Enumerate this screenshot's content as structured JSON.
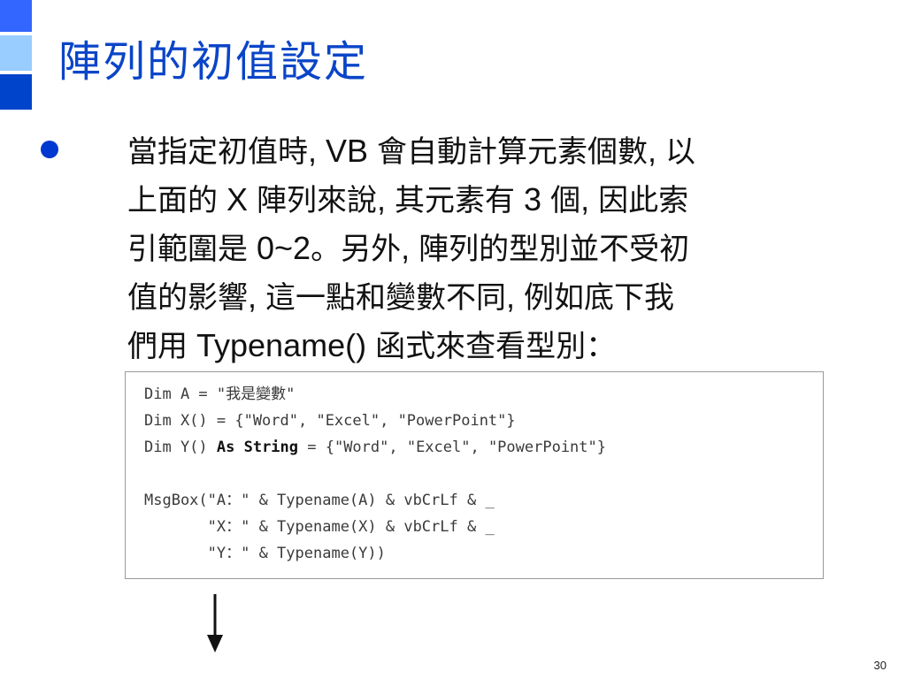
{
  "slide": {
    "title": "陣列的初值設定",
    "body_lines": [
      [
        {
          "t": "當指定初值時"
        },
        {
          "t": ", VB ",
          "lat": true
        },
        {
          "t": "會自動計算元素個數"
        },
        {
          "t": ", ",
          "lat": true
        },
        {
          "t": "以"
        }
      ],
      [
        {
          "t": "上面的"
        },
        {
          "t": " X ",
          "lat": true
        },
        {
          "t": "陣列來說"
        },
        {
          "t": ", ",
          "lat": true
        },
        {
          "t": "其元素有"
        },
        {
          "t": " 3 ",
          "lat": true
        },
        {
          "t": "個"
        },
        {
          "t": ", ",
          "lat": true
        },
        {
          "t": "因此索"
        }
      ],
      [
        {
          "t": "引範圍是"
        },
        {
          "t": " 0~2",
          "lat": true
        },
        {
          "t": "。另外"
        },
        {
          "t": ", ",
          "lat": true
        },
        {
          "t": "陣列的型別並不受初"
        }
      ],
      [
        {
          "t": "值的影響"
        },
        {
          "t": ", ",
          "lat": true
        },
        {
          "t": "這一點和變數不同"
        },
        {
          "t": ", ",
          "lat": true
        },
        {
          "t": "例如底下我"
        }
      ],
      [
        {
          "t": "們用"
        },
        {
          "t": " Typename() ",
          "lat": true
        },
        {
          "t": "函式來查看型別："
        }
      ]
    ],
    "code_lines": [
      [
        {
          "t": "Dim A = \"我是變數\""
        }
      ],
      [
        {
          "t": "Dim X() = {\"Word\", \"Excel\", \"PowerPoint\"}"
        }
      ],
      [
        {
          "t": "Dim Y() "
        },
        {
          "t": "As String",
          "kw": true
        },
        {
          "t": " = {\"Word\", \"Excel\", \"PowerPoint\"}"
        }
      ],
      [],
      [
        {
          "t": "MsgBox(\"A：\" & Typename(A) & vbCrLf & _"
        }
      ],
      [
        {
          "t": "       \"X：\" & Typename(X) & vbCrLf & _"
        }
      ],
      [
        {
          "t": "       \"Y：\" & Typename(Y))"
        }
      ]
    ],
    "page_number": "30"
  },
  "colors": {
    "title": "#0a45c8",
    "bullet": "#0038d0",
    "deco_top": "#3366ff",
    "deco_mid": "#99ccff",
    "deco_bottom": "#0044cc"
  },
  "icons": {
    "bullet": "bullet-dot-icon",
    "arrow": "arrow-down-icon"
  }
}
